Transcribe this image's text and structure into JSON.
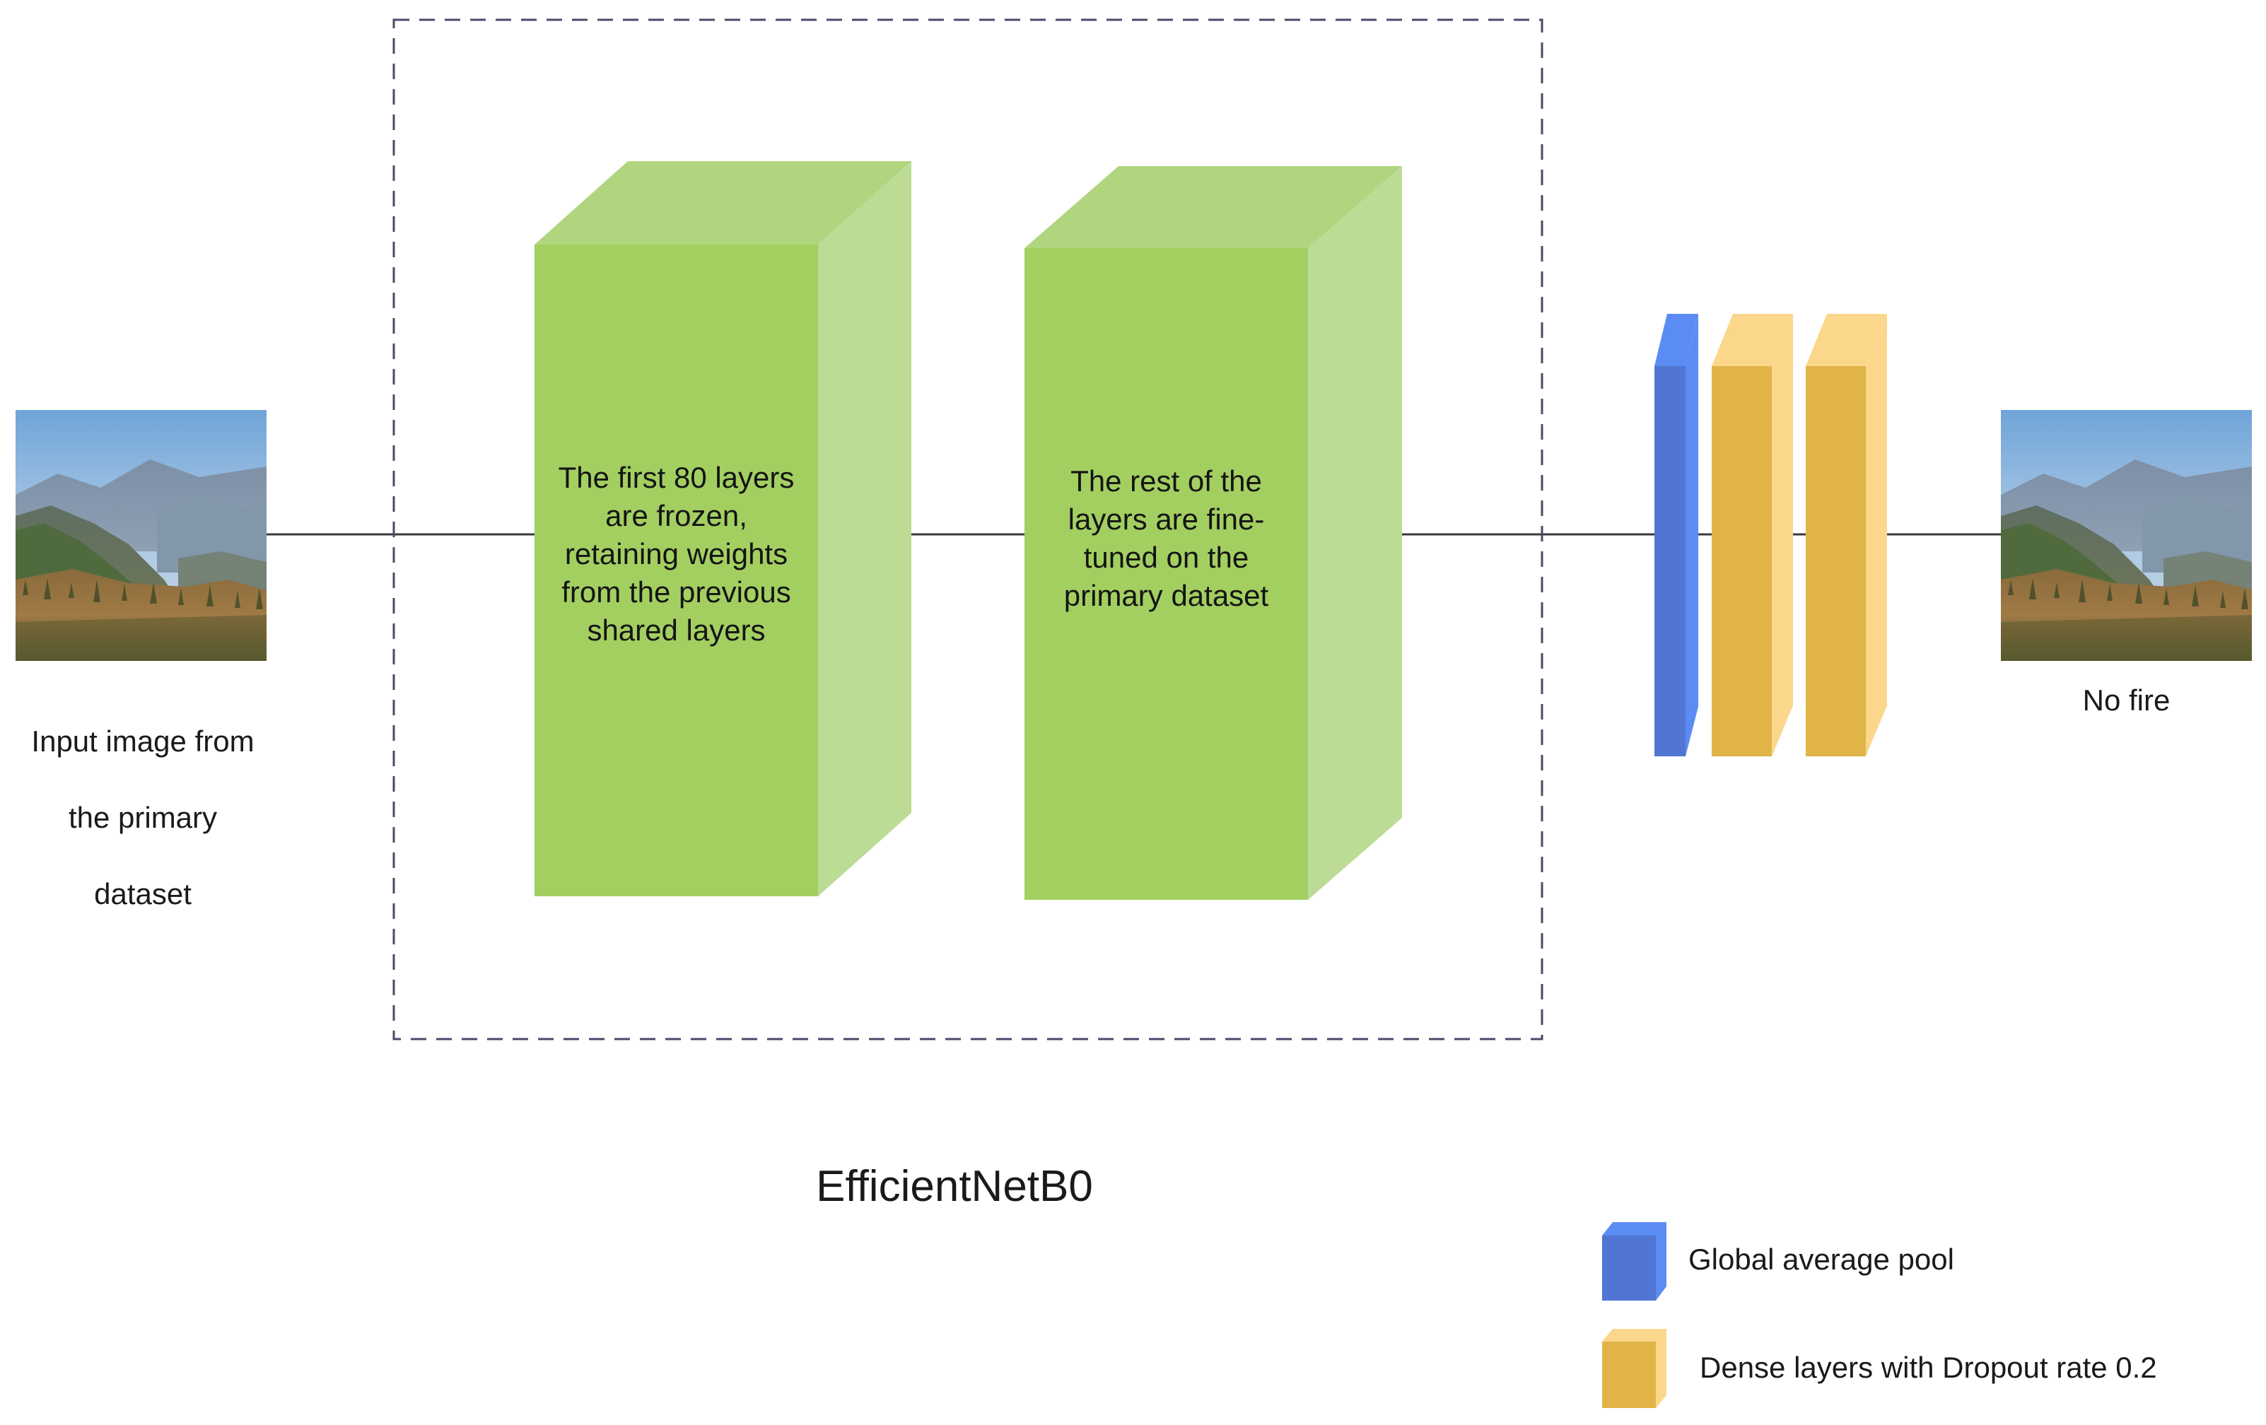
{
  "input": {
    "label_lines": [
      "Input image from",
      "the primary",
      "dataset"
    ]
  },
  "output": {
    "label": "No fire"
  },
  "model": {
    "name": "EfficientNetB0",
    "frozen_block": {
      "text_lines": [
        "The first 80 layers",
        "are frozen,",
        "retaining weights",
        "from the previous",
        "shared layers"
      ]
    },
    "finetuned_block": {
      "text_lines": [
        "The rest of the",
        "layers are fine-",
        "tuned on the",
        "primary dataset"
      ]
    }
  },
  "legend": {
    "items": [
      {
        "label": "Global average pool",
        "icon": "blue-box-icon"
      },
      {
        "label": "Dense layers with Dropout rate 0.2",
        "icon": "orange-box-icon"
      }
    ]
  },
  "colors": {
    "block_front": "#a3cf61",
    "block_top": "#b1d57f",
    "block_side": "#bcdb95",
    "pool_front": "#5075d3",
    "pool_light": "#5b8cf3",
    "dense_front": "#e1b448",
    "dense_light": "#fbd78c",
    "connector": "#3a3a3a",
    "dashed_border": "#4a4a6a"
  }
}
